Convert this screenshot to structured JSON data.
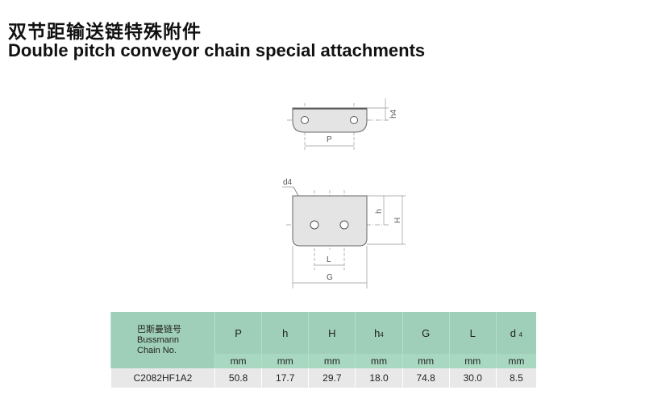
{
  "title_cn": "双节距输送链特殊附件",
  "title_en": "Double pitch conveyor chain special attachments",
  "drawing": {
    "P": "P",
    "h4": "h4",
    "d4": "d4",
    "h": "h",
    "H": "H",
    "L": "L",
    "G": "G"
  },
  "table": {
    "first_header": {
      "cn": "巴斯曼链号",
      "en1": "Bussmann",
      "en2": "Chain No."
    },
    "columns": [
      {
        "sym": "P",
        "sub": ""
      },
      {
        "sym": "h",
        "sub": ""
      },
      {
        "sym": "H",
        "sub": ""
      },
      {
        "sym": "h",
        "sub": "4"
      },
      {
        "sym": "G",
        "sub": ""
      },
      {
        "sym": "L",
        "sub": ""
      },
      {
        "sym": "d",
        "sub": "4"
      }
    ],
    "unit": "mm",
    "rows": [
      {
        "chain": "C2082HF1A2",
        "values": [
          "50.8",
          "17.7",
          "29.7",
          "18.0",
          "74.8",
          "30.0",
          "8.5"
        ]
      }
    ]
  }
}
